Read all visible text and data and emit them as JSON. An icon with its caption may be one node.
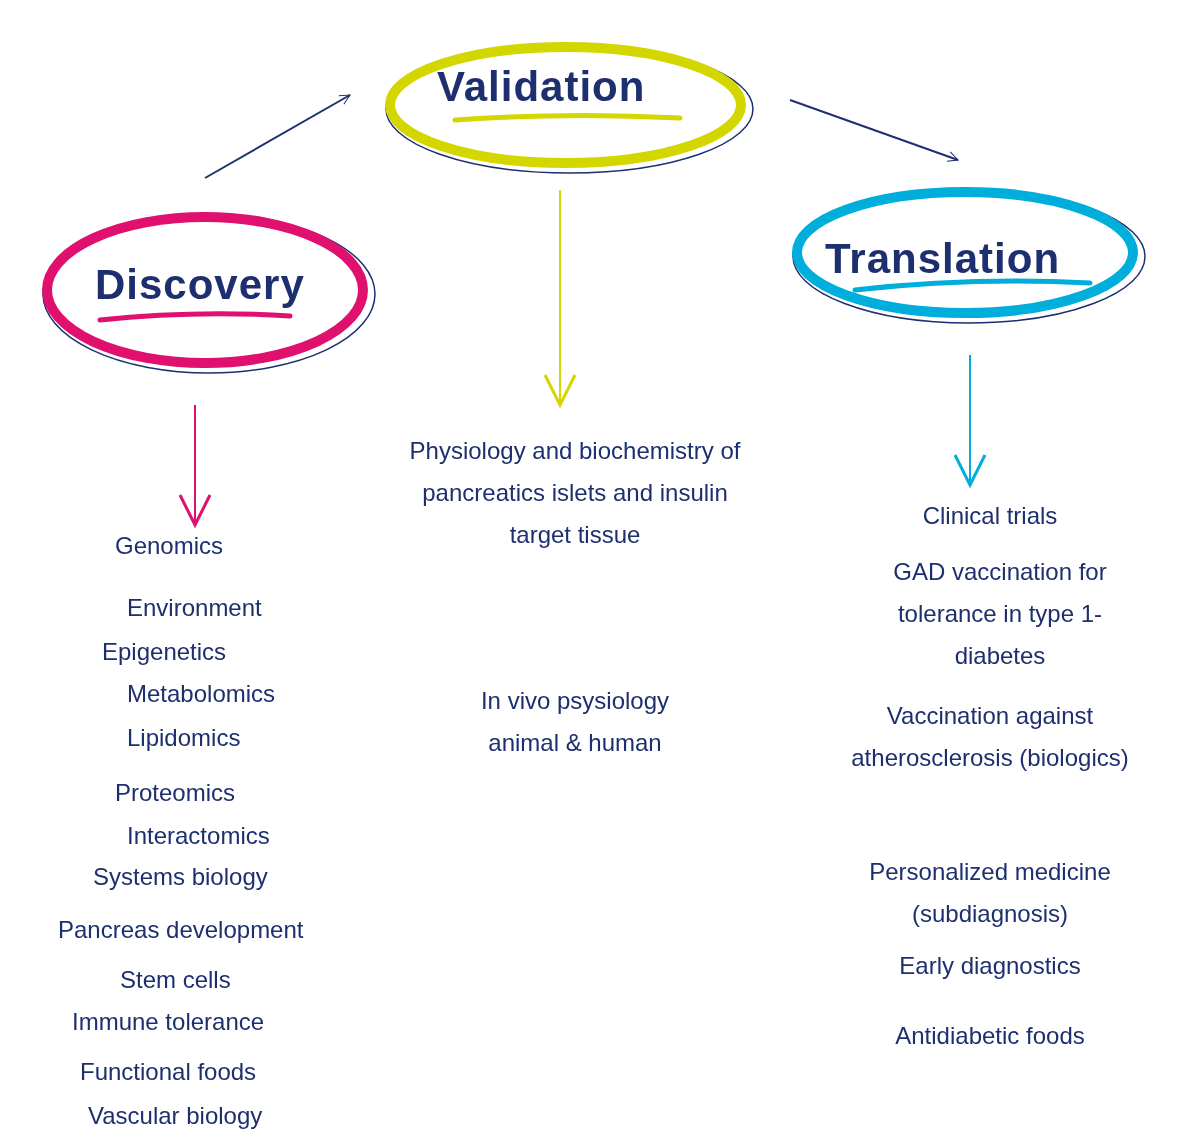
{
  "diagram": {
    "nodes": [
      {
        "text": [
          "Discovery"
        ]
      },
      {
        "text": [
          "Validation"
        ]
      },
      {
        "text": [
          "Translation"
        ]
      },
      {
        "text": [
          "Genomics",
          "Environment",
          "Epigenetics",
          "Metabolomics",
          "Lipidomics",
          "Proteomics",
          "Interactomics",
          "Systems biology",
          "Pancreas development",
          "Stem cells",
          "Immune tolerance",
          "Functional foods",
          "Vascular biology"
        ]
      },
      {
        "text": [
          "Physiology and biochemistry of pancreatics islets and insulin target tissue",
          "In vivo psysiology animal & human"
        ]
      },
      {
        "text": [
          "Clinical trials",
          "GAD vaccination for tolerance in type 1-diabetes",
          "Vaccination against atherosclerosis (biologics)",
          "Personalized medicine (subdiagnosis)",
          "Early diagnostics",
          "Antidiabetic foods"
        ]
      }
    ],
    "edges": [
      {
        "from": 0,
        "to": 1,
        "arrow": "to",
        "color": "#1d2f6f"
      },
      {
        "from": 1,
        "to": 2,
        "arrow": "to",
        "color": "#1d2f6f"
      },
      {
        "from": 0,
        "to": 3,
        "arrow": "to",
        "color": "#e0106f"
      },
      {
        "from": 1,
        "to": 4,
        "arrow": "to",
        "color": "#d4d600"
      },
      {
        "from": 2,
        "to": 5,
        "arrow": "to",
        "color": "#00aedb"
      }
    ]
  }
}
